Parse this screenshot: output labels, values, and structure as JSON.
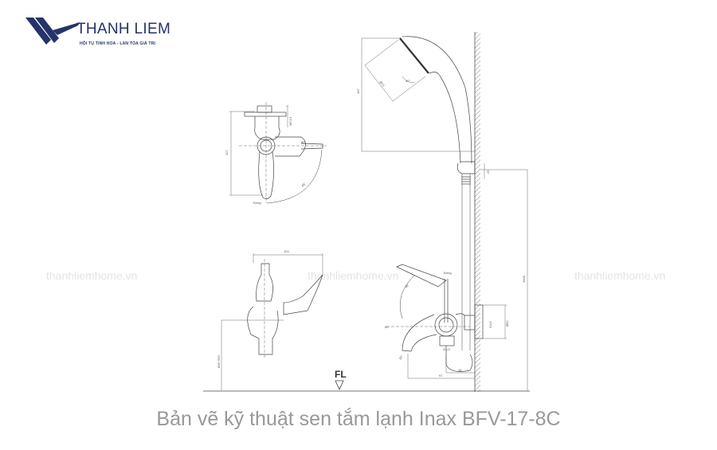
{
  "logo": {
    "name": "THANH LIEM",
    "slogan": "HỘI TỤ TINH HOA - LAN TỎA GIÁ TRỊ",
    "color": "#25336b"
  },
  "watermarks": {
    "left": "thanhliemhome.vn",
    "center": "thanhliemhome.vn",
    "right": "thanhliemhome.vn"
  },
  "drawing": {
    "floor_label": "FL",
    "dimensions": {
      "top_view_height": "127",
      "top_view_thread": "M5.13",
      "top_view_angle": "45°",
      "top_view_small": "80",
      "top_view_label": "Đóng",
      "side_view_width": "104",
      "side_view_height": "800~950",
      "shower_head_height": "167",
      "shower_head_size": "Ø73",
      "shower_head_angle": "30°",
      "bracket_small": "25",
      "wall_height": "1600",
      "mixer_label": "Đóng",
      "mixer_angle": "45°",
      "mixer_80": "80",
      "mixer_g12_inlet": "G1/2",
      "mixer_g12_outlet": "G1/2",
      "mixer_flange": "Ø52",
      "mixer_spout_angle": "20°",
      "mixer_44": "44",
      "mixer_97": "97"
    }
  },
  "caption": "Bản vẽ kỹ thuật sen tắm lạnh Inax BFV-17-8C"
}
